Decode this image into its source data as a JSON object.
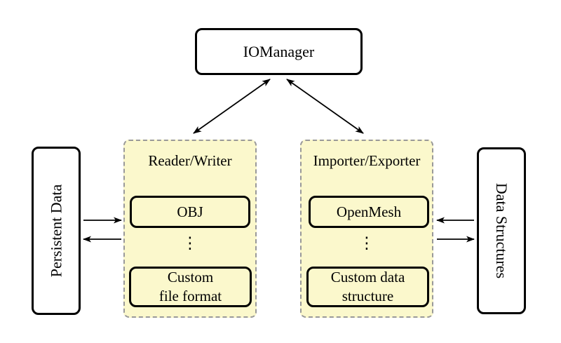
{
  "diagram": {
    "nodes": {
      "iomanager": {
        "label": "IOManager"
      },
      "persistent_data": {
        "label": "Persistent Data"
      },
      "data_structures": {
        "label": "Data Structures"
      },
      "reader_writer": {
        "title": "Reader/Writer",
        "item_top": "OBJ",
        "ellipsis": "⋮",
        "item_bottom_line1": "Custom",
        "item_bottom_line2": "file format"
      },
      "importer_exporter": {
        "title": "Importer/Exporter",
        "item_top": "OpenMesh",
        "ellipsis": "⋮",
        "item_bottom_line1": "Custom data",
        "item_bottom_line2": "structure"
      }
    },
    "edges": [
      {
        "from": "IOManager",
        "to": "Reader/Writer",
        "style": "bidirectional-diagonal"
      },
      {
        "from": "IOManager",
        "to": "Importer/Exporter",
        "style": "bidirectional-diagonal"
      },
      {
        "from": "Persistent Data",
        "to": "Reader/Writer",
        "style": "arrow-right"
      },
      {
        "from": "Reader/Writer",
        "to": "Persistent Data",
        "style": "arrow-left"
      },
      {
        "from": "Data Structures",
        "to": "Importer/Exporter",
        "style": "arrow-left"
      },
      {
        "from": "Importer/Exporter",
        "to": "Data Structures",
        "style": "arrow-right"
      }
    ],
    "colors": {
      "background": "#FFFFFF",
      "panel_fill": "#FBF8CC",
      "panel_border": "#999999",
      "node_fill": "#FFFFFF",
      "node_border": "#000000",
      "arrow": "#000000"
    }
  }
}
